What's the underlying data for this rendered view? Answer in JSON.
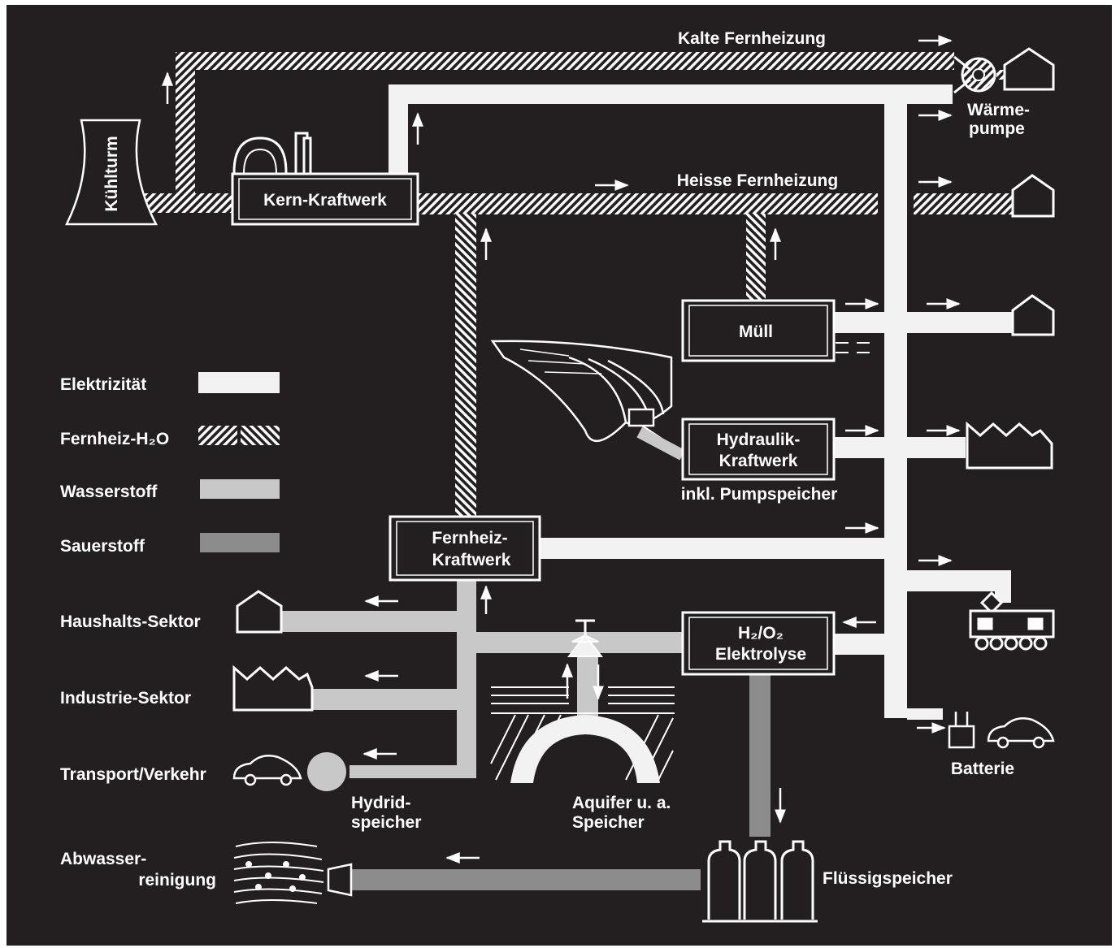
{
  "colors": {
    "background": "#231f20",
    "elektrizitaet": "#f2f2f2",
    "fernheiz_h2o": "hatched",
    "wasserstoff": "#c8c8c8",
    "sauerstoff": "#8c8c8c",
    "line": "#ffffff"
  },
  "legend": {
    "items": [
      {
        "label": "Elektrizität"
      },
      {
        "label": "Fernheiz-H₂O"
      },
      {
        "label": "Wasserstoff"
      },
      {
        "label": "Sauerstoff"
      }
    ]
  },
  "network": {
    "kalte_fernheizung": "Kalte Fernheizung",
    "heisse_fernheizung": "Heisse Fernheizung"
  },
  "nodes": {
    "kuehlturm": "Kühlturm",
    "kern_kraftwerk": "Kern-Kraftwerk",
    "waermepumpe_1": "Wärme-",
    "waermepumpe_2": "pumpe",
    "muell": "Müll",
    "hydraulik_1": "Hydraulik-",
    "hydraulik_2": "Kraftwerk",
    "hydraulik_note": "inkl. Pumpspeicher",
    "fernheiz_kw_1": "Fernheiz-",
    "fernheiz_kw_2": "Kraftwerk",
    "elektrolyse_1": "H₂/O₂",
    "elektrolyse_2": "Elektrolyse",
    "batterie": "Batterie",
    "hydrid_1": "Hydrid-",
    "hydrid_2": "speicher",
    "aquifer_1": "Aquifer u. a.",
    "aquifer_2": "Speicher",
    "fluessig": "Flüssigspeicher"
  },
  "sectors": {
    "haushalt": "Haushalts-Sektor",
    "industrie": "Industrie-Sektor",
    "transport": "Transport/Verkehr",
    "abwasser_1": "Abwasser-",
    "abwasser_2": "reinigung"
  },
  "icons": [
    "cooling-tower-icon",
    "reactor-icon",
    "heat-pump-icon",
    "house-icon",
    "factory-icon",
    "dam-icon",
    "locomotive-icon",
    "battery-icon",
    "car-icon",
    "hydride-sphere-icon",
    "aquifer-icon",
    "gas-bottles-icon",
    "wastewater-icon"
  ]
}
